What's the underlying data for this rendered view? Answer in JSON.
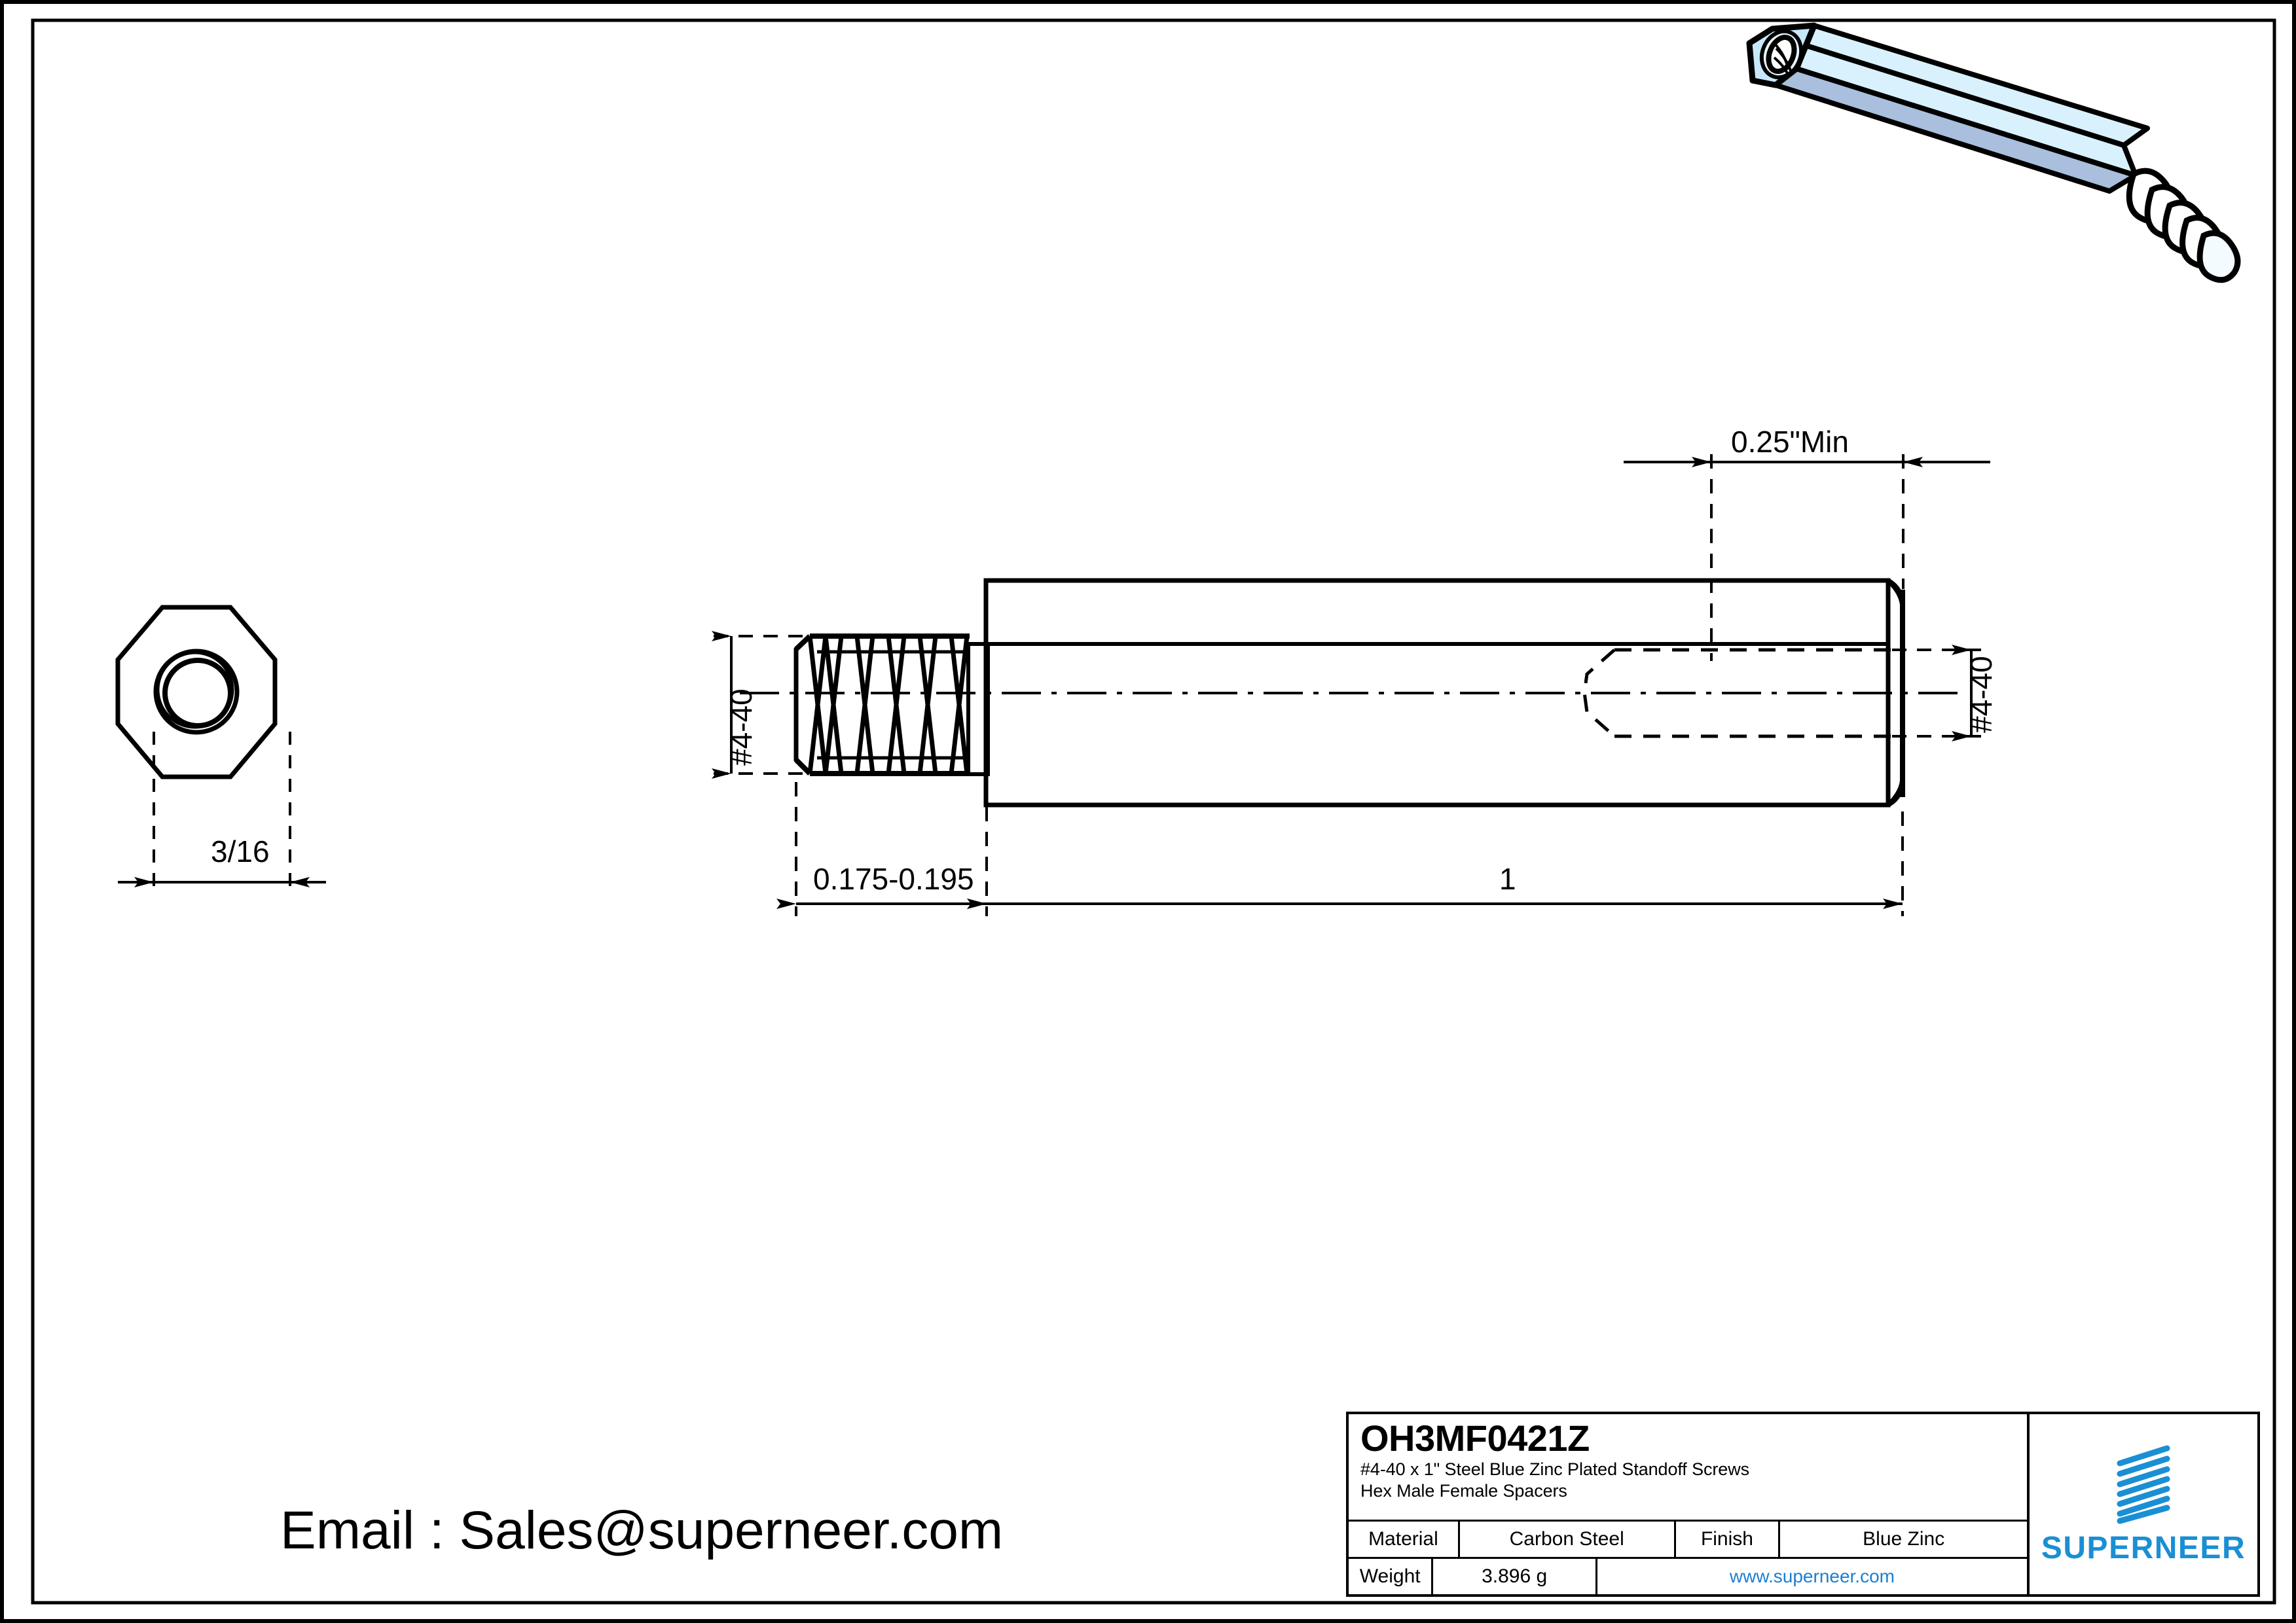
{
  "sheet": {
    "background": "#ffffff",
    "border_color": "#000000"
  },
  "contact": {
    "email_line": "Email : Sales@superneer.com"
  },
  "dimensions": {
    "hex_across_flats": "3/16",
    "thread_length": "0.175-0.195",
    "overall_length": "1",
    "female_thread_depth": "0.25\"Min",
    "male_thread_spec": "#4-40",
    "female_thread_spec": "#4-40"
  },
  "title_block": {
    "part_number": "OH3MF0421Z",
    "description_line1": "#4-40 x 1\" Steel Blue Zinc Plated Standoff Screws",
    "description_line2": "Hex Male Female Spacers",
    "material_label": "Material",
    "material_value": "Carbon Steel",
    "finish_label": "Finish",
    "finish_value": "Blue Zinc",
    "weight_label": "Weight",
    "weight_value": "3.896 g",
    "website": "www.superneer.com",
    "brand": "SUPERNEER",
    "brand_color": "#1a8fd4",
    "link_color": "#1a7fd4"
  },
  "render_3d": {
    "body_color": "#d6f0fc",
    "body_color_shade": "#a9bfdd",
    "outline_color": "#000000"
  }
}
